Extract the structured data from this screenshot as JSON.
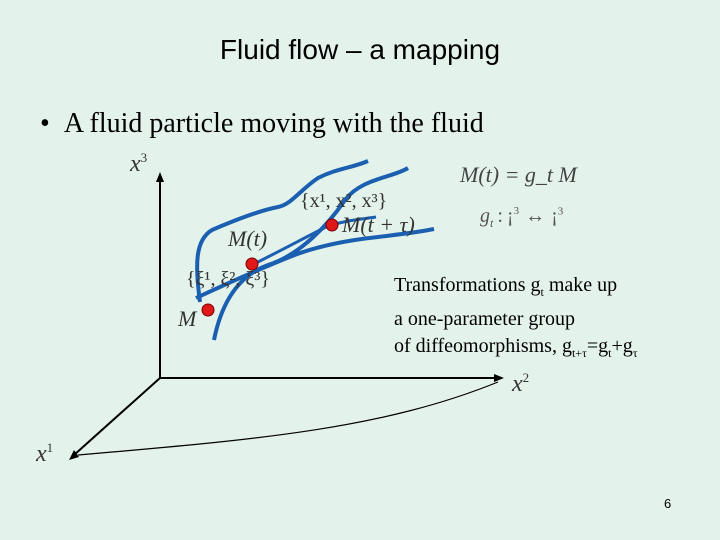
{
  "slide": {
    "title": "Fluid flow – a mapping",
    "bullet": "A fluid particle moving with the fluid",
    "page_number": "6"
  },
  "axes": {
    "x1": "x",
    "x1_sup": "1",
    "x2": "x",
    "x2_sup": "2",
    "x3": "x",
    "x3_sup": "3"
  },
  "labels": {
    "M": "M",
    "Mt": "M(t)",
    "Mttau": "M(t + τ)",
    "xi_coords": "{ξ¹, ξ², ξ³}",
    "x_coords": "{x¹, x², x³}"
  },
  "equations": {
    "eq1": "M(t) = g_t M",
    "eq2_lhs": "g",
    "eq2_sub": "t",
    "eq2_colon": ":",
    "eq2_space": "¡",
    "eq2_sup": "3",
    "eq2_arrow": "↔",
    "eq2_space2": "¡",
    "eq2_sup2": "3"
  },
  "note": {
    "line1": "Transformations g",
    "line1_sub": "t",
    "line1_end": " make up",
    "line2": "a one-parameter group",
    "line3": "of diffeomorphisms, g",
    "line3_sub": "t+τ",
    "line3_eq": "=g",
    "line3_sub2": "t",
    "line3_plus": "+g",
    "line3_sub3": "τ"
  },
  "colors": {
    "background": "#e4f2ec",
    "curve": "#1a5fb0",
    "point": "#e01818",
    "axis": "#000000"
  }
}
